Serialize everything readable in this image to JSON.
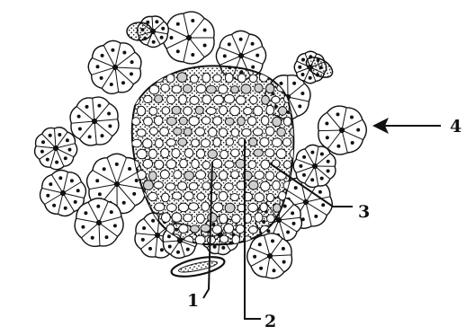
{
  "labels": {
    "one": "1",
    "two": "2",
    "three": "3",
    "four": "4"
  },
  "colors": {
    "ink": "#111111",
    "paper": "#ffffff",
    "stipple": "#555555"
  }
}
